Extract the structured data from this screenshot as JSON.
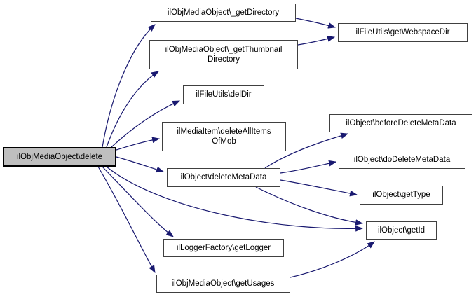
{
  "diagram": {
    "type": "call-graph",
    "direction": "left-to-right",
    "colors": {
      "background": "#ffffff",
      "edge": "#191970",
      "node_fill": "#ffffff",
      "node_border": "#404040",
      "main_node_fill": "#bfbfbf",
      "main_node_border": "#000000",
      "text": "#000000"
    },
    "nodes": [
      {
        "id": "delete",
        "label": "ilObjMediaObject\\delete",
        "main": true
      },
      {
        "id": "get-directory",
        "label": "ilObjMediaObject\\_getDirectory"
      },
      {
        "id": "get-thumbnail-directory",
        "label": "ilObjMediaObject\\_getThumbnail\nDirectory"
      },
      {
        "id": "del-dir",
        "label": "ilFileUtils\\delDir"
      },
      {
        "id": "delete-all-items-of-mob",
        "label": "ilMediaItem\\deleteAllItems\nOfMob"
      },
      {
        "id": "delete-meta-data",
        "label": "ilObject\\deleteMetaData"
      },
      {
        "id": "get-logger",
        "label": "ilLoggerFactory\\getLogger"
      },
      {
        "id": "get-usages",
        "label": "ilObjMediaObject\\getUsages"
      },
      {
        "id": "get-webspace-dir",
        "label": "ilFileUtils\\getWebspaceDir"
      },
      {
        "id": "before-delete-meta-data",
        "label": "ilObject\\beforeDeleteMetaData"
      },
      {
        "id": "do-delete-meta-data",
        "label": "ilObject\\doDeleteMetaData"
      },
      {
        "id": "get-type",
        "label": "ilObject\\getType"
      },
      {
        "id": "get-id",
        "label": "ilObject\\getId"
      }
    ],
    "edges": [
      {
        "from": "delete",
        "to": "get-directory"
      },
      {
        "from": "delete",
        "to": "get-thumbnail-directory"
      },
      {
        "from": "delete",
        "to": "del-dir"
      },
      {
        "from": "delete",
        "to": "delete-all-items-of-mob"
      },
      {
        "from": "delete",
        "to": "delete-meta-data"
      },
      {
        "from": "delete",
        "to": "get-id"
      },
      {
        "from": "delete",
        "to": "get-logger"
      },
      {
        "from": "delete",
        "to": "get-usages"
      },
      {
        "from": "get-directory",
        "to": "get-webspace-dir"
      },
      {
        "from": "get-thumbnail-directory",
        "to": "get-webspace-dir"
      },
      {
        "from": "delete-meta-data",
        "to": "before-delete-meta-data"
      },
      {
        "from": "delete-meta-data",
        "to": "do-delete-meta-data"
      },
      {
        "from": "delete-meta-data",
        "to": "get-type"
      },
      {
        "from": "delete-meta-data",
        "to": "get-id"
      },
      {
        "from": "get-usages",
        "to": "get-id"
      }
    ]
  }
}
